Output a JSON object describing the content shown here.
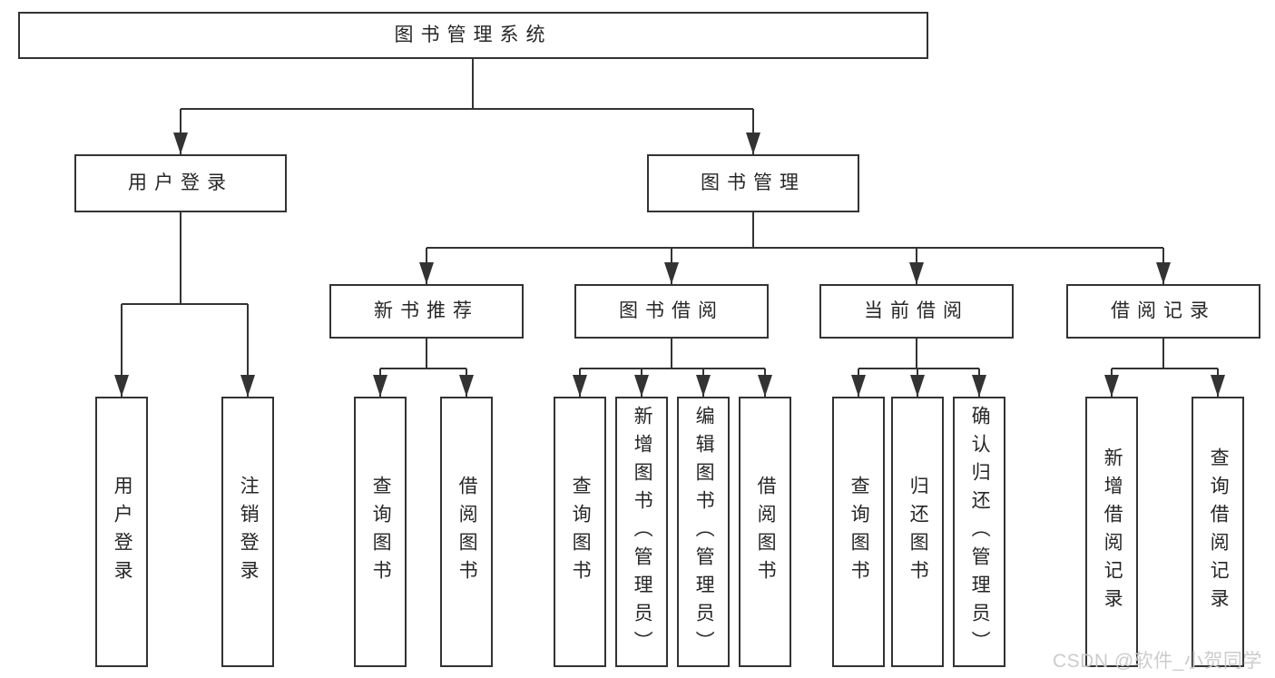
{
  "diagram_title": "图书管理系统",
  "nodes": {
    "root": "图书管理系统",
    "user_login": "用户登录",
    "book_management": "图书管理",
    "new_book_recommend": "新书推荐",
    "book_borrowing": "图书借阅",
    "current_borrowing": "当前借阅",
    "borrowing_records": "借阅记录",
    "login_user_login": "用户登录",
    "login_logout": "注销登录",
    "recommend_query_book": "查询图书",
    "recommend_borrow_book": "借阅图书",
    "borrowing_query_book": "查询图书",
    "borrowing_add_book_admin": "新增图书（管理员）",
    "borrowing_edit_book_admin": "编辑图书（管理员）",
    "borrowing_borrow_book": "借阅图书",
    "current_query_book": "查询图书",
    "current_return_book": "归还图书",
    "current_confirm_return_admin": "确认归还（管理员）",
    "records_add_record": "新增借阅记录",
    "records_query_record": "查询借阅记录"
  },
  "watermark": "CSDN @软件_小贺同学",
  "colors": {
    "line": "#333333",
    "text": "#262626",
    "box_background": "#ffffff",
    "page_background": "#ffffff",
    "watermark": "#c9c9c9"
  }
}
